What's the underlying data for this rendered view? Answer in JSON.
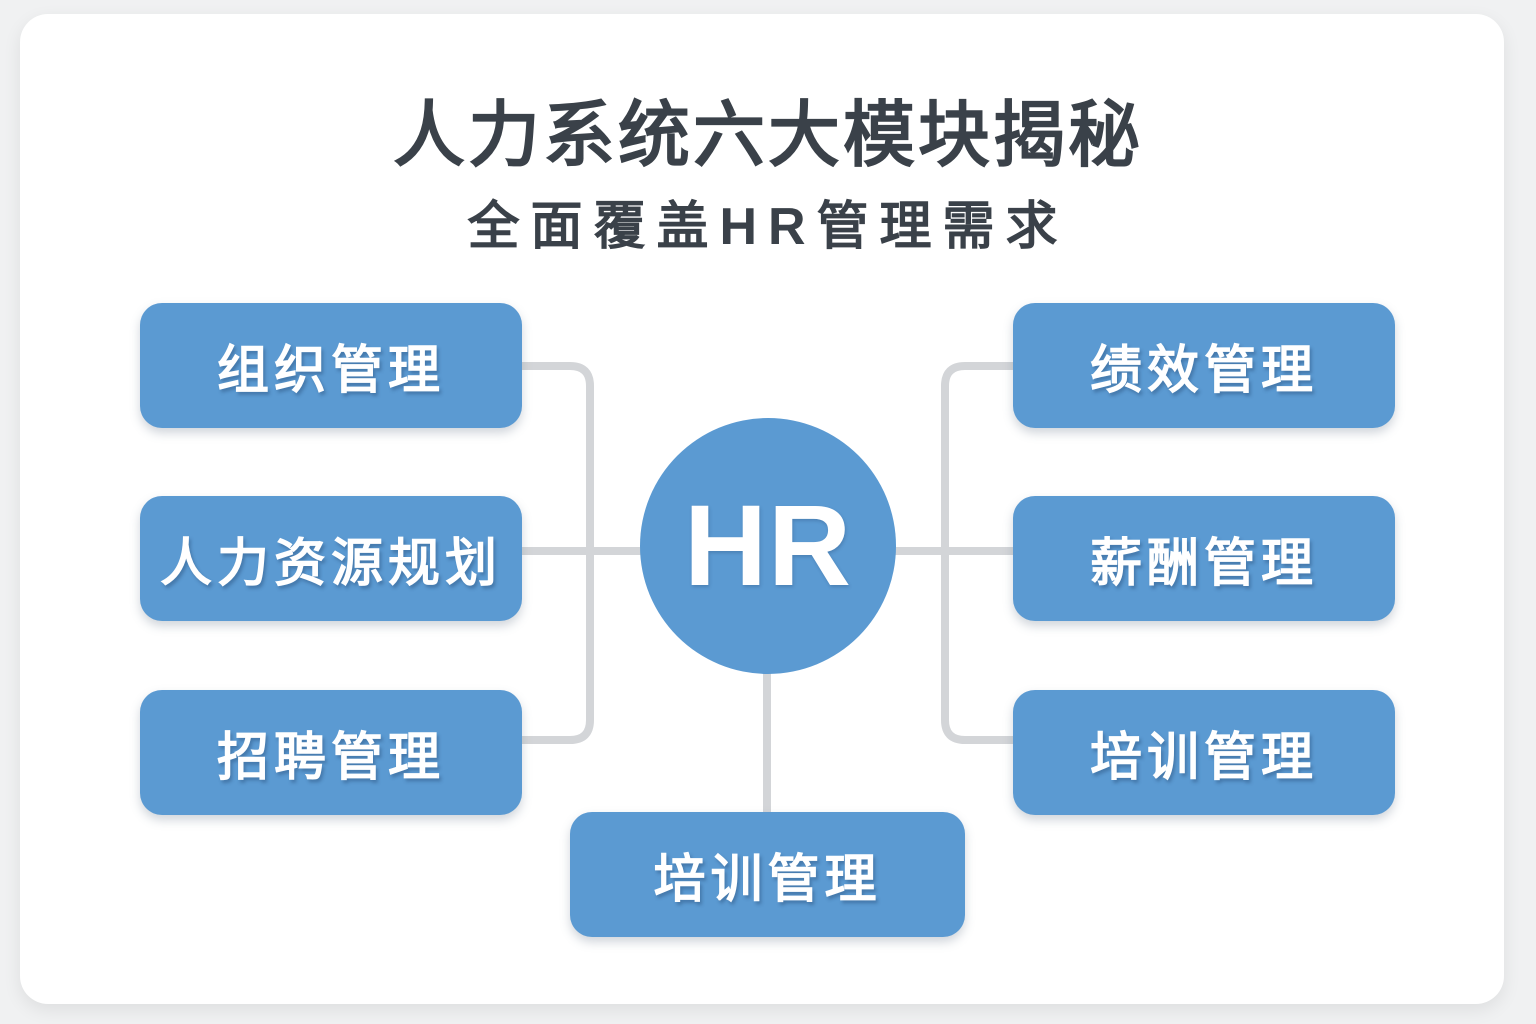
{
  "page": {
    "title": "人力系统六大模块揭秘",
    "subtitle": "全面覆盖HR管理需求"
  },
  "hub": {
    "label": "HR"
  },
  "modules": {
    "left": [
      {
        "label": "组织管理"
      },
      {
        "label": "人力资源规划"
      },
      {
        "label": "招聘管理"
      }
    ],
    "right": [
      {
        "label": "绩效管理"
      },
      {
        "label": "薪酬管理"
      },
      {
        "label": "培训管理"
      }
    ],
    "bottom": [
      {
        "label": "培训管理"
      }
    ]
  },
  "colors": {
    "module_blue": "#5b9ad2",
    "connector_gray": "#d3d5d8",
    "heading_dark": "#3a4149",
    "card_bg": "#ffffff",
    "page_bg": "#f0f1f2",
    "label_white": "#ffffff"
  }
}
